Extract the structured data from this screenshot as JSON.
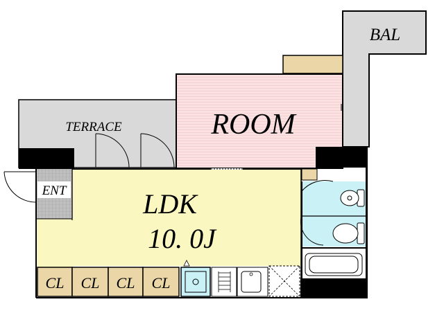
{
  "rooms": {
    "balcony": "BAL",
    "terrace": "TERRACE",
    "room": "ROOM",
    "entrance": "ENT",
    "ldk": "LDK",
    "ldk_size": "10. 0J",
    "closet_1": "CL",
    "closet_2": "CL",
    "closet_3": "CL",
    "closet_4": "CL"
  },
  "colors": {
    "wall": "#000000",
    "terrace": "#d9d9d9",
    "balcony": "#d9d9d9",
    "room": "#fbe1e1",
    "ldk": "#fbf7c0",
    "closet": "#ead6a6",
    "wet_area": "#c9f1f6",
    "entrance_tile": "#bfbfbf"
  }
}
